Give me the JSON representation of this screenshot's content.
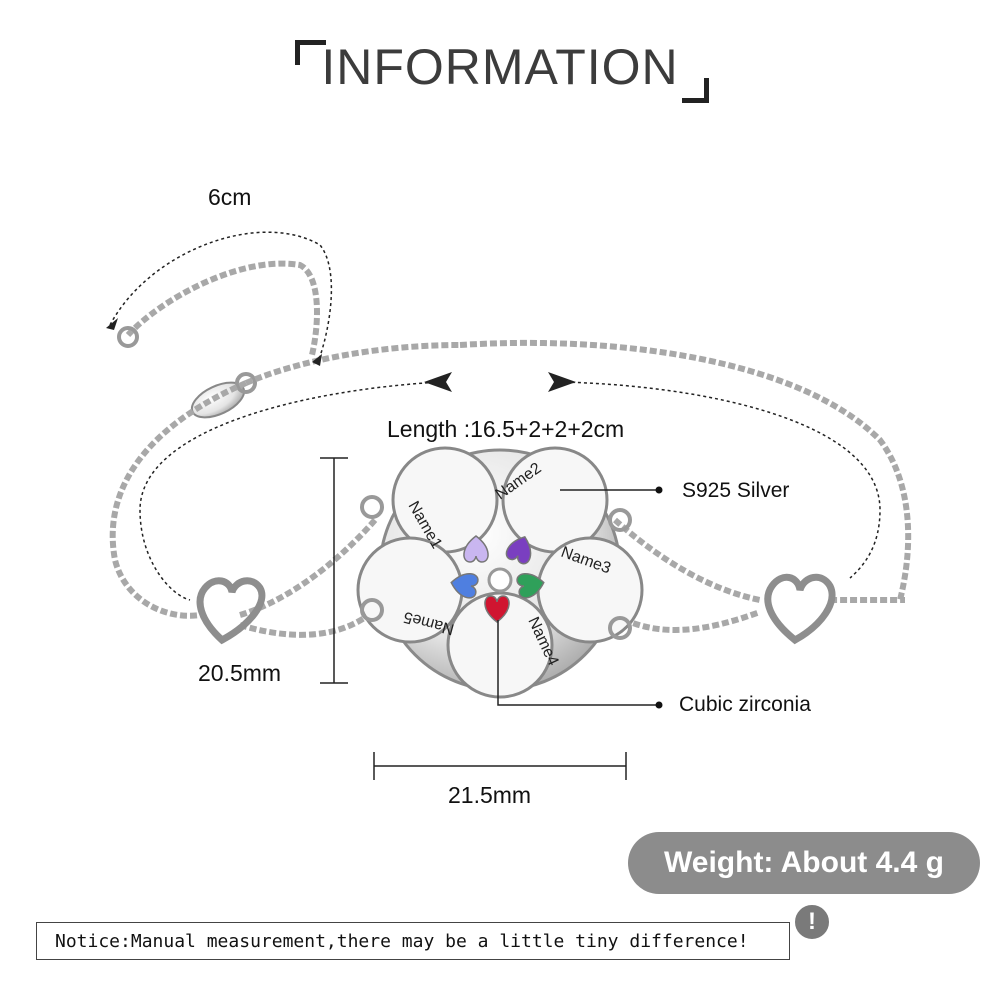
{
  "heading": "INFORMATION",
  "dimensions": {
    "extension": "6cm",
    "length": "Length :16.5+2+2+2cm",
    "height": "20.5mm",
    "width": "21.5mm"
  },
  "callouts": {
    "material": "S925  Silver",
    "stone": "Cubic zirconia"
  },
  "engravings": [
    "Name1",
    "Name2",
    "Name3",
    "Name4",
    "Name5"
  ],
  "stone_colors": [
    "#c9b6f0",
    "#7a3fc0",
    "#2fa05a",
    "#d01530",
    "#4f7fe0"
  ],
  "weight": "Weight: About 4.4 g",
  "notice": "Notice:Manual measurement,there may be a little tiny difference!",
  "alert_symbol": "!"
}
